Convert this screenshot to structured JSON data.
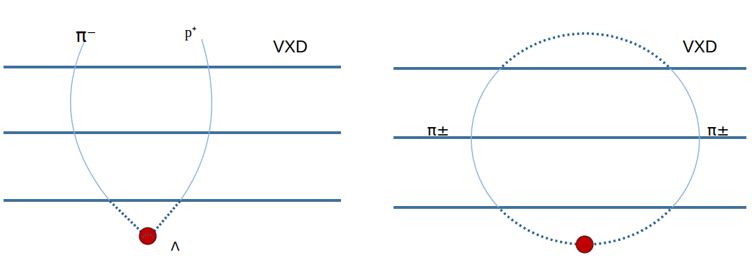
{
  "diagram": {
    "labels": [
      "π⁻",
      "p⁺",
      "VXD",
      "VXD",
      "π±",
      "π±",
      "Λ"
    ]
  }
}
